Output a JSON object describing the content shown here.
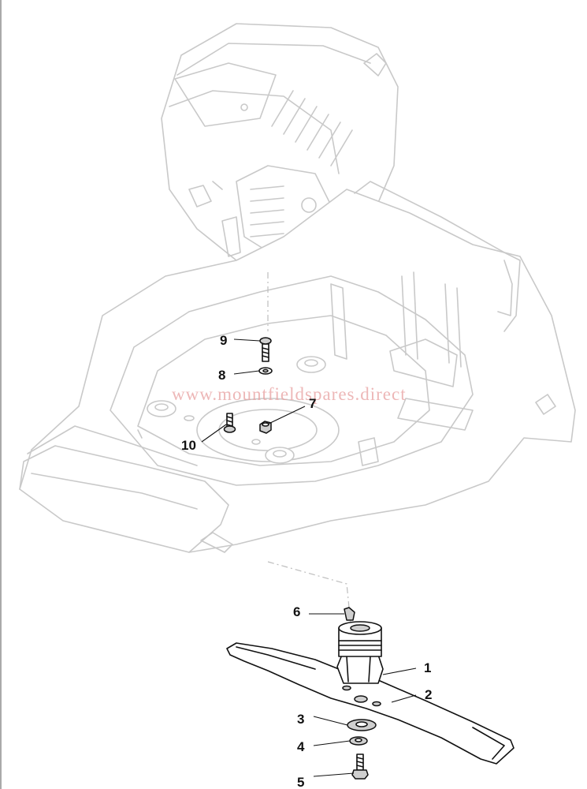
{
  "watermark": "www.mountfieldspares.direct",
  "callouts": [
    {
      "id": "1",
      "label": "1"
    },
    {
      "id": "2",
      "label": "2"
    },
    {
      "id": "3",
      "label": "3"
    },
    {
      "id": "4",
      "label": "4"
    },
    {
      "id": "5",
      "label": "5"
    },
    {
      "id": "6",
      "label": "6"
    },
    {
      "id": "7",
      "label": "7"
    },
    {
      "id": "8",
      "label": "8"
    },
    {
      "id": "9",
      "label": "9"
    },
    {
      "id": "10",
      "label": "10"
    }
  ],
  "colors": {
    "ghost_outline": "#c9c9c9",
    "part_outline": "#111111",
    "part_fill_grey": "#cfcfcf",
    "watermark": "#e8a0a0"
  }
}
